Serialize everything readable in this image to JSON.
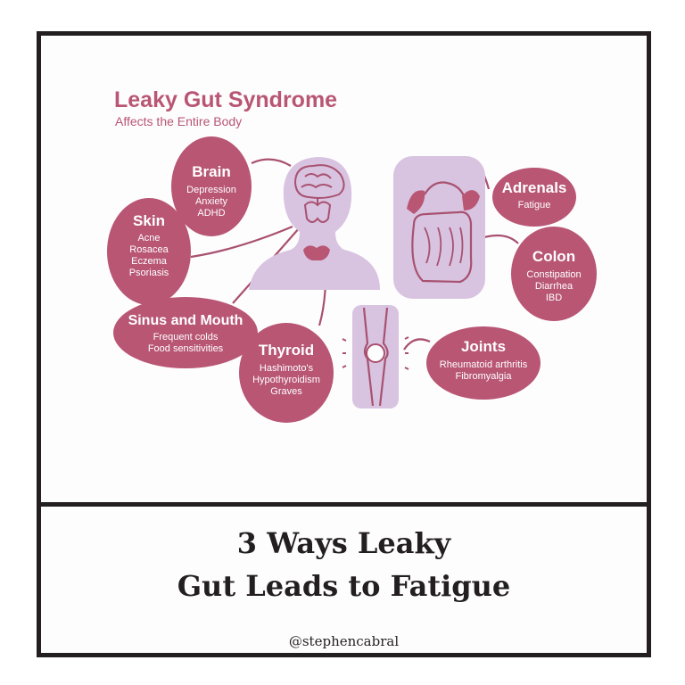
{
  "infographic": {
    "title": "Leaky Gut Syndrome",
    "subtitle": "Affects the Entire Body",
    "colors": {
      "accent": "#b85674",
      "lavender": "#d8c4e0",
      "outline": "#a85170",
      "text": "#ffffff"
    },
    "nodes": {
      "brain": {
        "heading": "Brain",
        "items": [
          "Depression",
          "Anxiety",
          "ADHD"
        ]
      },
      "skin": {
        "heading": "Skin",
        "items": [
          "Acne",
          "Rosacea",
          "Eczema",
          "Psoriasis"
        ]
      },
      "sinus": {
        "heading": "Sinus and Mouth",
        "items": [
          "Frequent colds",
          "Food sensitivities"
        ]
      },
      "thyroid": {
        "heading": "Thyroid",
        "items": [
          "Hashimoto's",
          "Hypothyroidism",
          "Graves"
        ]
      },
      "adrenals": {
        "heading": "Adrenals",
        "items": [
          "Fatigue"
        ]
      },
      "colon": {
        "heading": "Colon",
        "items": [
          "Constipation",
          "Diarrhea",
          "IBD"
        ]
      },
      "joints": {
        "heading": "Joints",
        "items": [
          "Rheumatoid arthritis",
          "Fibromyalgia"
        ]
      }
    },
    "icons": [
      "head-icon",
      "brain-icon",
      "thyroid-icon",
      "intestines-icon",
      "adrenal-icon",
      "knee-joint-icon"
    ]
  },
  "caption": {
    "line1": "3 Ways Leaky",
    "line2": "Gut Leads to Fatigue",
    "handle": "@stephencabral"
  }
}
